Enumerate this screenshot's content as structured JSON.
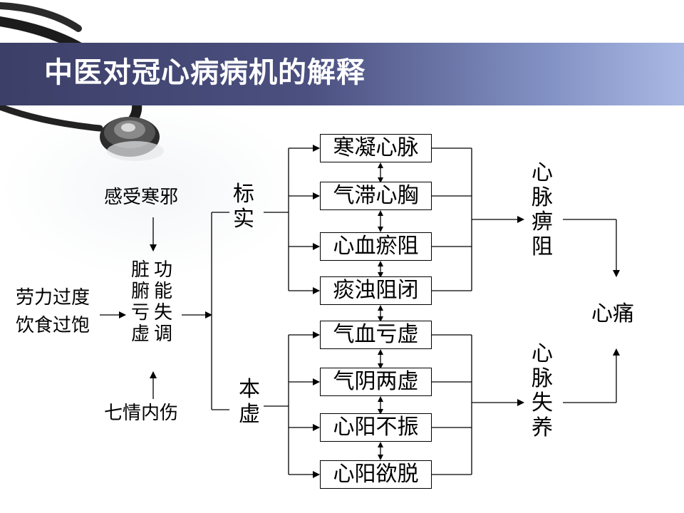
{
  "title": "中医对冠心病病机的解释",
  "causes": {
    "top": "感受寒邪",
    "left_line1": "劳力过度",
    "left_line2": "饮食过饱",
    "bottom": "七情内伤"
  },
  "organ": {
    "col1": "脏腑亏虚",
    "col2": "功能失调"
  },
  "branches": {
    "biao": "标实",
    "ben": "本虚"
  },
  "boxes_biao": [
    "寒凝心脉",
    "气滞心胸",
    "心血瘀阻",
    "痰浊阻闭"
  ],
  "boxes_ben": [
    "气血亏虚",
    "气阴两虚",
    "心阳不振",
    "心阳欲脱"
  ],
  "outcomes": {
    "upper": "心脉痹阻",
    "lower": "心脉失养"
  },
  "result": "心痛",
  "colors": {
    "banner": "#4b5080",
    "title": "#ffffff"
  },
  "decoration": "stethoscope-image"
}
